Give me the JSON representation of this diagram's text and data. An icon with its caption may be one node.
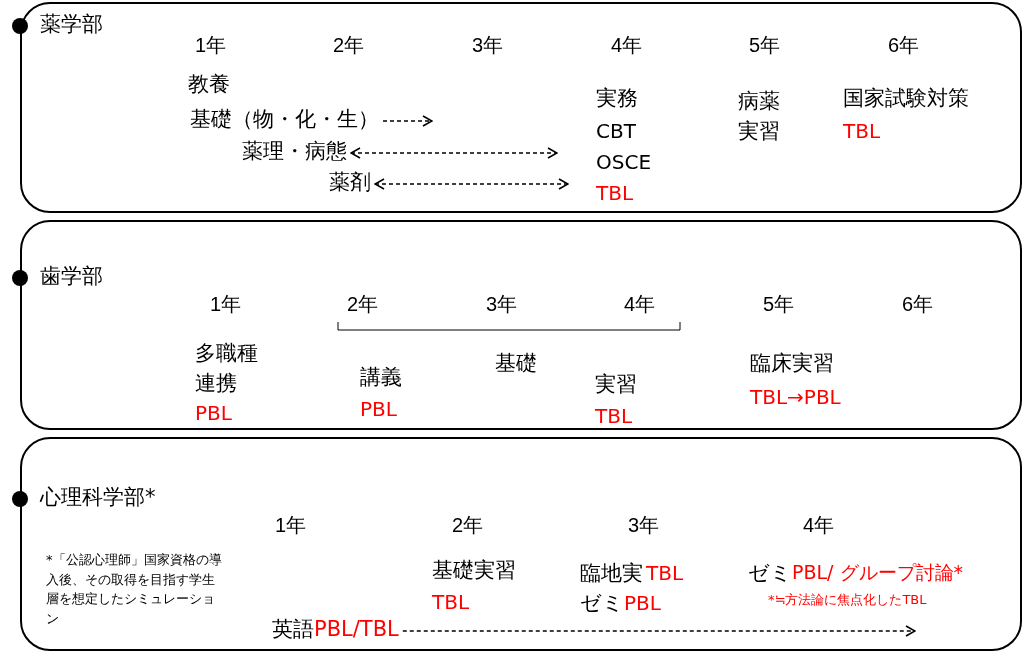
{
  "diagram": {
    "nodes": [
      {
        "text": [
          "薬学部"
        ]
      },
      {
        "text": [
          "基礎（物・化・生）"
        ],
        "in": 0
      },
      {
        "text": [
          "薬理・病態"
        ],
        "in": 0
      },
      {
        "text": [
          "薬剤"
        ],
        "in": 0
      },
      {
        "text": [
          "歯学部"
        ]
      },
      {
        "text": [
          "心理科学部*"
        ]
      },
      {
        "text": [
          "英語",
          "PBL/TBL"
        ],
        "in": 5
      }
    ],
    "edges": [
      {
        "from": 1,
        "to": null,
        "arrow": "to",
        "style": "dashed"
      },
      {
        "from": 2,
        "to": null,
        "arrow": "both",
        "style": "dashed"
      },
      {
        "from": 3,
        "to": null,
        "arrow": "both",
        "style": "dashed"
      },
      {
        "from": 6,
        "to": null,
        "arrow": "to",
        "style": "dashed"
      }
    ],
    "labels": [
      "1年",
      "2年",
      "3年",
      "4年",
      "5年",
      "6年",
      "教養",
      "実務",
      "病薬実習",
      "国家試験対策",
      "CBT",
      "TBL",
      "OSCE",
      "TBL",
      "1年",
      "2年",
      "3年",
      "4年",
      "5年",
      "6年",
      "多職種連携",
      "基礎",
      "講義",
      "臨床実習",
      "PBL",
      "実習",
      "PBL",
      "TBL→PBL",
      "TBL",
      "1年",
      "2年",
      "3年",
      "4年",
      "*「公認心理師」国家資格の導入後、その取得を目指す学生層を想定したシミュレーション",
      "基礎実習",
      "臨地実",
      "TBL",
      "ゼミ",
      "PBL/ グループ討論*",
      "TBL",
      "ゼミ",
      "PBL",
      "*≒方法論に焦点化したTBL"
    ]
  }
}
